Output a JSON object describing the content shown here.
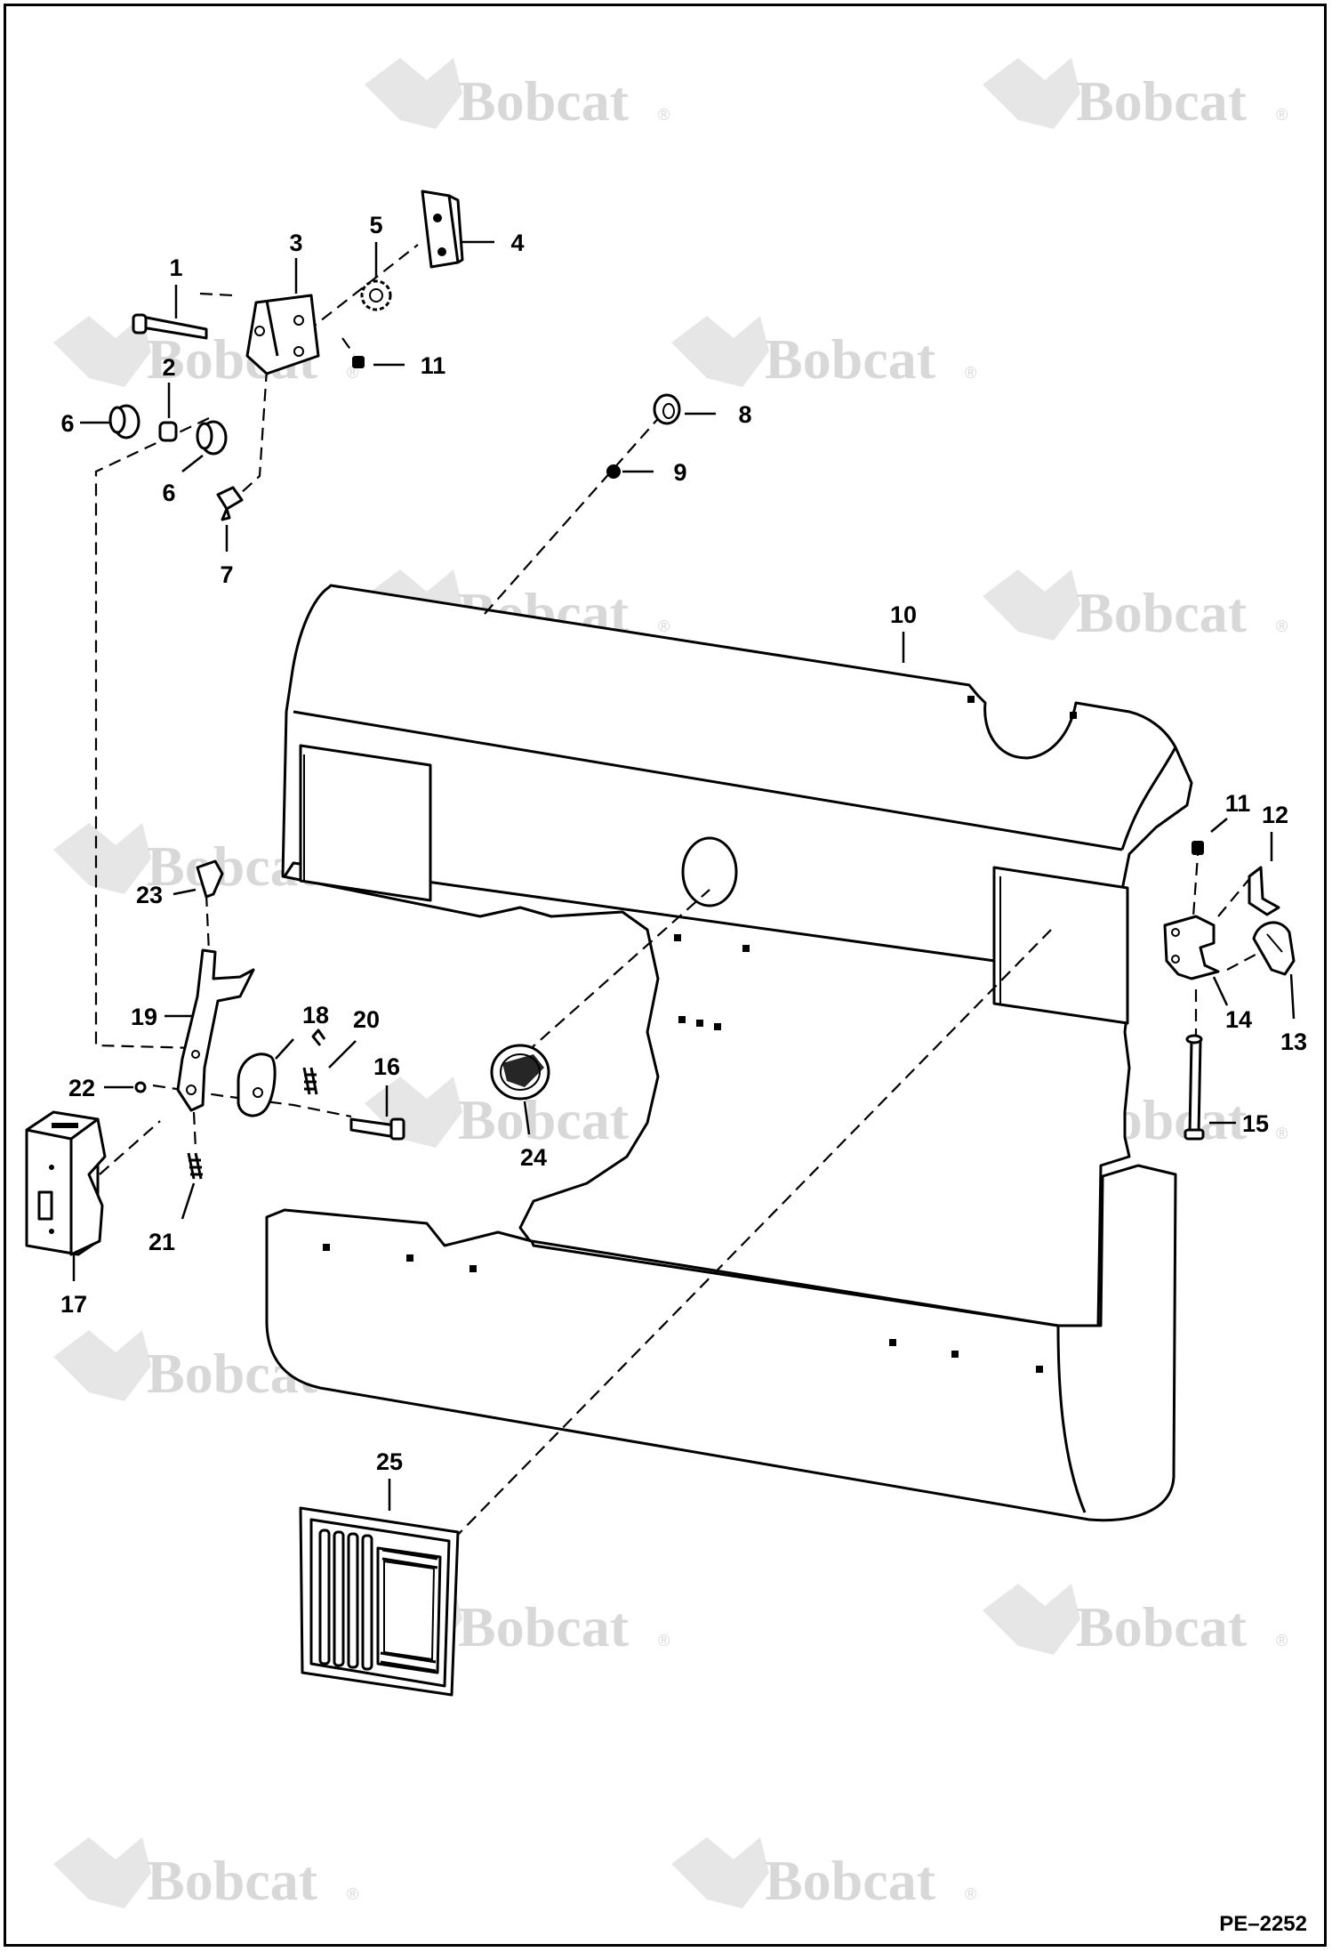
{
  "watermark": {
    "brand": "Bobcat",
    "registered_mark": "®"
  },
  "figure_id": "PE–2252",
  "callouts": [
    {
      "number": "1"
    },
    {
      "number": "2"
    },
    {
      "number": "3"
    },
    {
      "number": "4"
    },
    {
      "number": "5"
    },
    {
      "number": "6"
    },
    {
      "number": "6"
    },
    {
      "number": "7"
    },
    {
      "number": "8"
    },
    {
      "number": "9"
    },
    {
      "number": "10"
    },
    {
      "number": "11"
    },
    {
      "number": "11"
    },
    {
      "number": "12"
    },
    {
      "number": "13"
    },
    {
      "number": "14"
    },
    {
      "number": "15"
    },
    {
      "number": "16"
    },
    {
      "number": "17"
    },
    {
      "number": "18"
    },
    {
      "number": "19"
    },
    {
      "number": "20"
    },
    {
      "number": "21"
    },
    {
      "number": "22"
    },
    {
      "number": "23"
    },
    {
      "number": "24"
    },
    {
      "number": "25"
    }
  ]
}
